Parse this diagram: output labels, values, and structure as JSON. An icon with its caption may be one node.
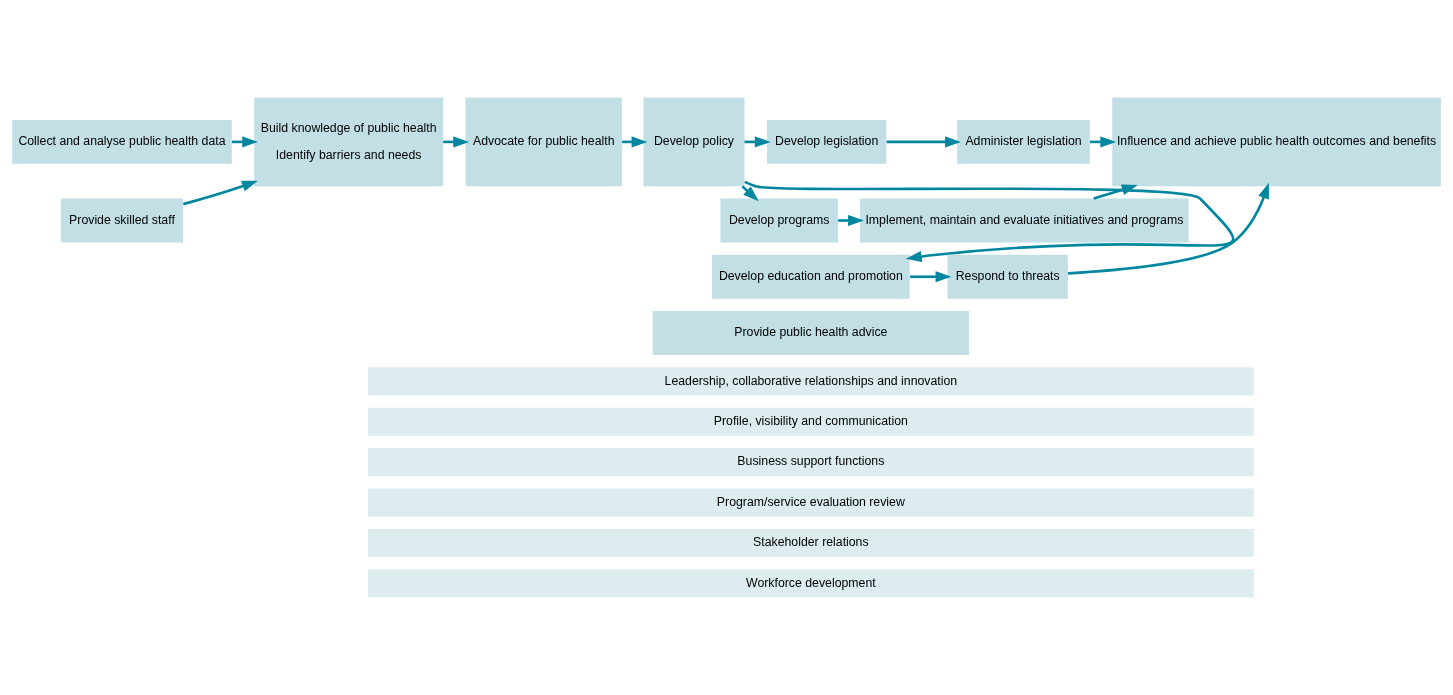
{
  "diagram": {
    "nodes": [
      {
        "text": [
          "Collect and analyse public health data"
        ]
      },
      {
        "text": [
          "Provide skilled staff"
        ]
      },
      {
        "text": [
          "Build knowledge of public health",
          "Identify barriers and needs"
        ]
      },
      {
        "text": [
          "Advocate for public health"
        ]
      },
      {
        "text": [
          "Develop policy"
        ]
      },
      {
        "text": [
          "Develop legislation"
        ]
      },
      {
        "text": [
          "Develop programs"
        ]
      },
      {
        "text": [
          "Develop education and promotion"
        ]
      },
      {
        "text": [
          "Provide public health advice"
        ]
      },
      {
        "text": [
          "Administer legislation"
        ]
      },
      {
        "text": [
          "Implement, maintain and evaluate initiatives and programs"
        ]
      },
      {
        "text": [
          "Respond to threats"
        ]
      },
      {
        "text": [
          "Influence and achieve public health outcomes and benefits"
        ]
      },
      {
        "text": [
          "Leadership, collaborative relationships and innovation"
        ]
      },
      {
        "text": [
          "Profile, visibility and communication"
        ]
      },
      {
        "text": [
          "Business support functions"
        ]
      },
      {
        "text": [
          "Program/service evaluation review"
        ]
      },
      {
        "text": [
          "Stakeholder relations"
        ]
      },
      {
        "text": [
          "Workforce development"
        ]
      }
    ],
    "edges": [
      {
        "from": 0,
        "to": 2,
        "arrow": "to"
      },
      {
        "from": 1,
        "to": 2,
        "arrow": "to"
      },
      {
        "from": 2,
        "to": 3,
        "arrow": "to"
      },
      {
        "from": 3,
        "to": 4,
        "arrow": "to"
      },
      {
        "from": 4,
        "to": 5,
        "arrow": "to"
      },
      {
        "from": 4,
        "to": 6,
        "arrow": "to"
      },
      {
        "from": 4,
        "to": 7,
        "arrow": "to"
      },
      {
        "from": 5,
        "to": 9,
        "arrow": "to"
      },
      {
        "from": 6,
        "to": 10,
        "arrow": "to"
      },
      {
        "from": 7,
        "to": 11,
        "arrow": "to"
      },
      {
        "from": 9,
        "to": 12,
        "arrow": "to"
      },
      {
        "from": 10,
        "to": 12,
        "arrow": "to"
      },
      {
        "from": 11,
        "to": 12,
        "arrow": "to"
      }
    ]
  }
}
